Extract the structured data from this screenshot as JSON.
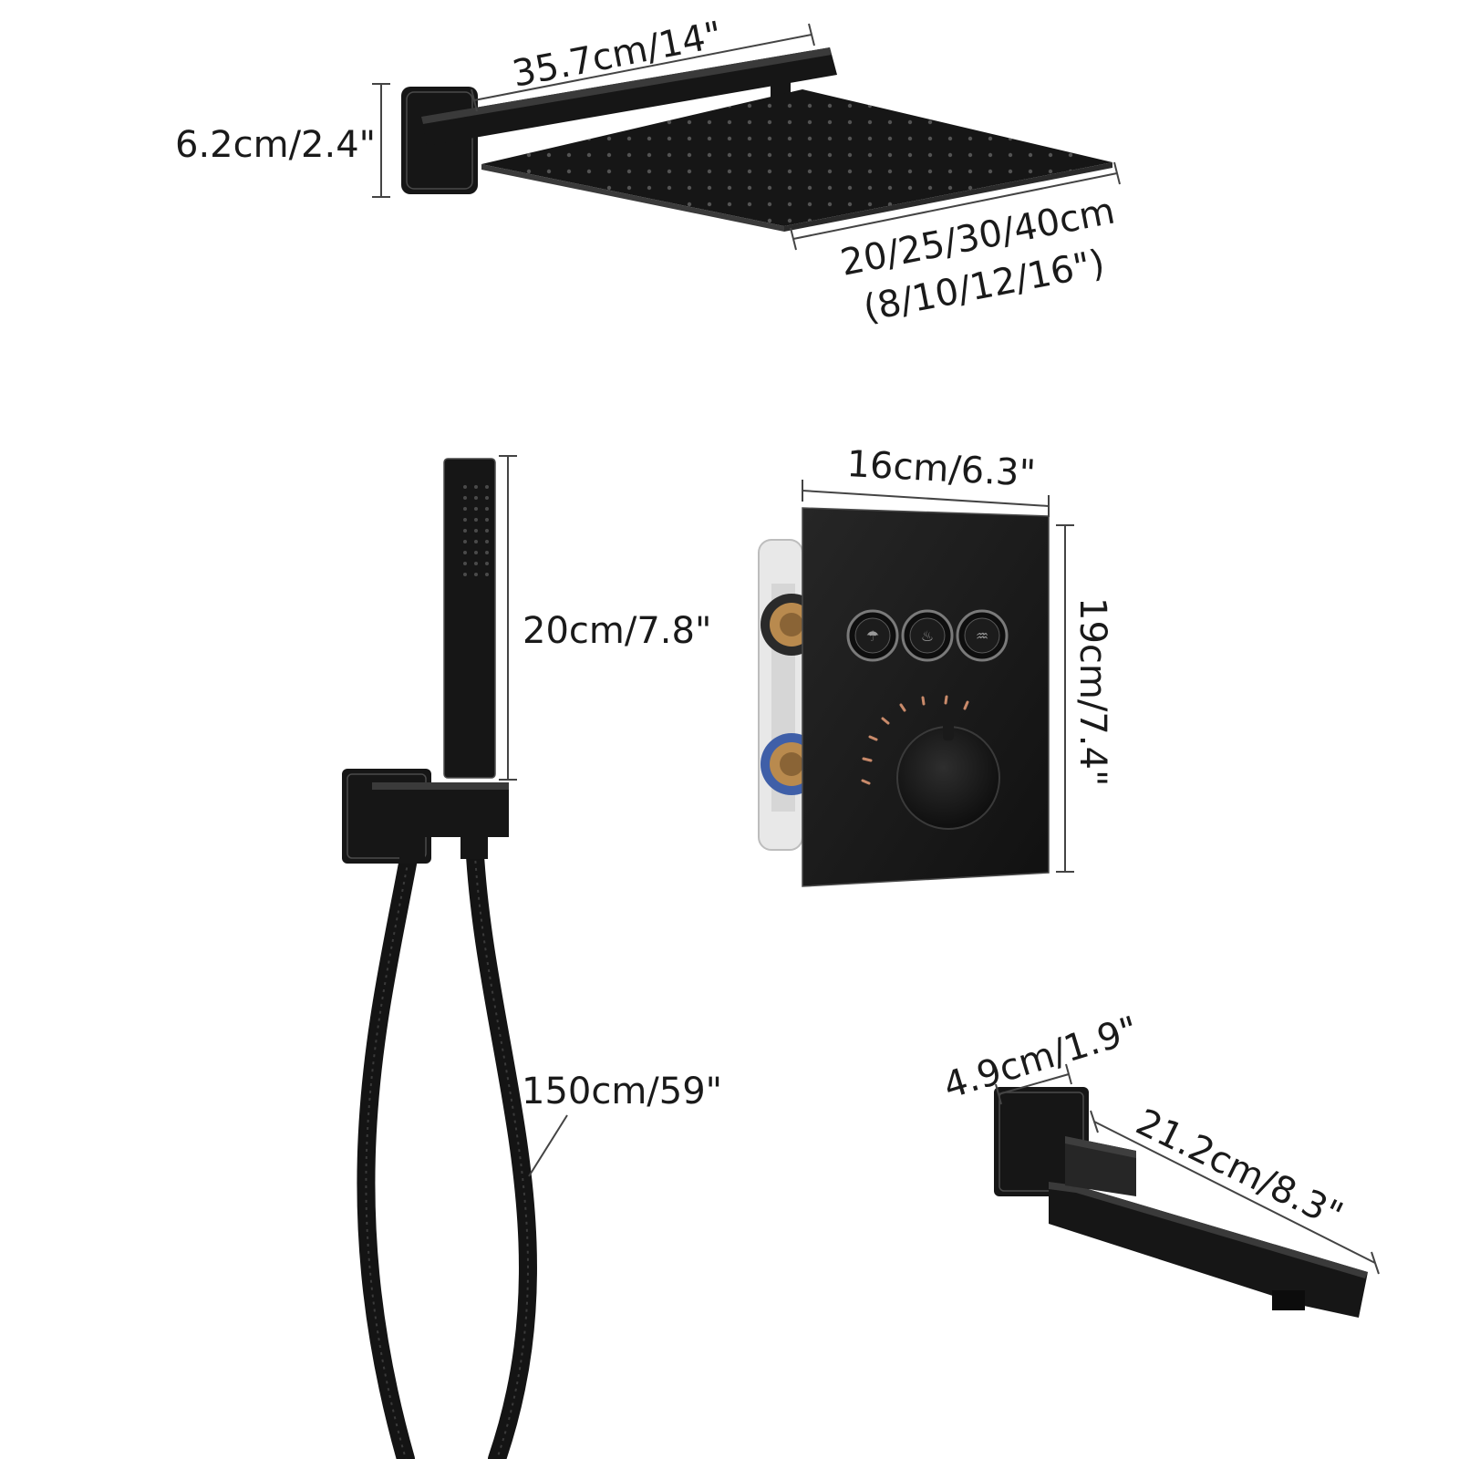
{
  "colors": {
    "matte_black": "#161616",
    "highlight": "#4a4a4a",
    "brass": "#b98a4e",
    "blue_seal": "#3f5fa8",
    "dimension_text": "#1a1a1a"
  },
  "rain_shower": {
    "arm_length_label": "35.7cm/14\"",
    "flange_height_label": "6.2cm/2.4\"",
    "head_size_label_line1": "20/25/30/40cm",
    "head_size_label_line2": "(8/10/12/16\")"
  },
  "hand_shower": {
    "length_label": "20cm/7.8\"",
    "hose_length_label": "150cm/59\""
  },
  "valve_panel": {
    "width_label": "16cm/6.3\"",
    "height_label": "19cm/7.4\"",
    "buttons": [
      "button-1",
      "button-2",
      "button-3"
    ]
  },
  "tub_spout": {
    "flange_label": "4.9cm/1.9\"",
    "length_label": "21.2cm/8.3\""
  }
}
